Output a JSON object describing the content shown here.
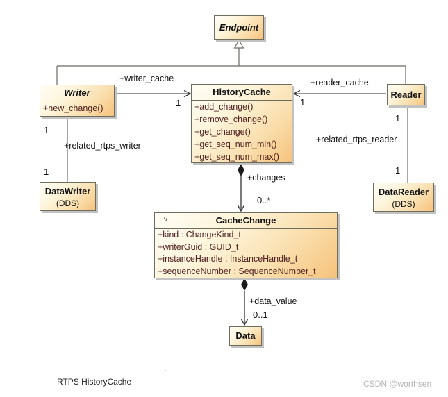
{
  "diagram": {
    "footer_title": "RTPS HistoryCache",
    "stray_mark": ".",
    "watermark": "CSDN @worthsen"
  },
  "colors": {
    "box_fill_light": "#fefdf6",
    "box_fill_dark": "#f6c27c",
    "box_border": "#6e6e5e",
    "box_shadow": "#c2c2c2",
    "member_text": "#4f2120",
    "wire_gray": "#6b6b63",
    "wire_dark": "#333333"
  },
  "classes": {
    "endpoint": {
      "name": "Endpoint"
    },
    "writer": {
      "name": "Writer",
      "methods": [
        "+new_change()"
      ]
    },
    "history_cache": {
      "name": "HistoryCache",
      "methods": [
        "+add_change()",
        "+remove_change()",
        "+get_change()",
        "+get_seq_num_min()",
        "+get_seq_num_max()"
      ]
    },
    "reader": {
      "name": "Reader"
    },
    "data_writer": {
      "name": "DataWriter",
      "subtitle": "(DDS)"
    },
    "data_reader": {
      "name": "DataReader",
      "subtitle": "(DDS)"
    },
    "cache_change": {
      "name": "CacheChange",
      "collapse_marker": "v",
      "attributes": [
        "+kind : ChangeKind_t",
        "+writerGuid : GUID_t",
        "+instanceHandle : InstanceHandle_t",
        "+sequenceNumber : SequenceNumber_t"
      ]
    },
    "data": {
      "name": "Data"
    }
  },
  "associations": {
    "writer_cache": {
      "label": "+writer_cache",
      "multiplicity": "1"
    },
    "reader_cache": {
      "label": "+reader_cache",
      "multiplicity": "1"
    },
    "related_rtps_writer": {
      "label": "+related_rtps_writer",
      "source_multiplicity": "1",
      "target_multiplicity": "1"
    },
    "related_rtps_reader": {
      "label": "+related_rtps_reader",
      "source_multiplicity": "1",
      "target_multiplicity": "1"
    },
    "changes": {
      "label": "+changes",
      "multiplicity": "0..*"
    },
    "data_value": {
      "label": "+data_value",
      "multiplicity": "0..1"
    }
  }
}
